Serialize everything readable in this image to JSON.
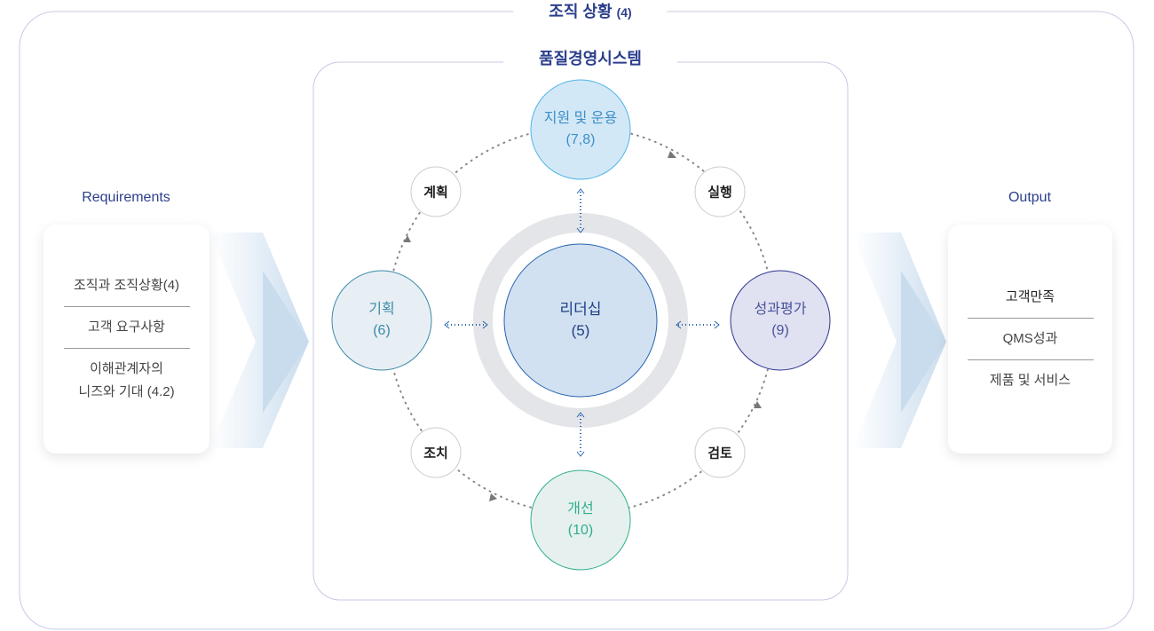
{
  "outer": {
    "title": "조직 상황",
    "num": "(4)"
  },
  "inner": {
    "title": "품질경영시스템"
  },
  "requirements": {
    "label": "Requirements",
    "items": [
      "조직과 조직상황(4)",
      "고객 요구사항",
      "이해관계자의",
      "니즈와 기대 (4.2)"
    ]
  },
  "output": {
    "label": "Output",
    "items": [
      "고객만족",
      "QMS성과",
      "제품 및 서비스"
    ]
  },
  "nodes": {
    "top": {
      "label": "지원 및 운용",
      "num": "(7,8)"
    },
    "left": {
      "label": "기획",
      "num": "(6)"
    },
    "right": {
      "label": "성과평가",
      "num": "(9)"
    },
    "bottom": {
      "label": "개선",
      "num": "(10)"
    },
    "center": {
      "label": "리더십",
      "num": "(5)"
    }
  },
  "steps": {
    "plan": "계획",
    "do": "실행",
    "check": "검토",
    "act": "조치"
  }
}
